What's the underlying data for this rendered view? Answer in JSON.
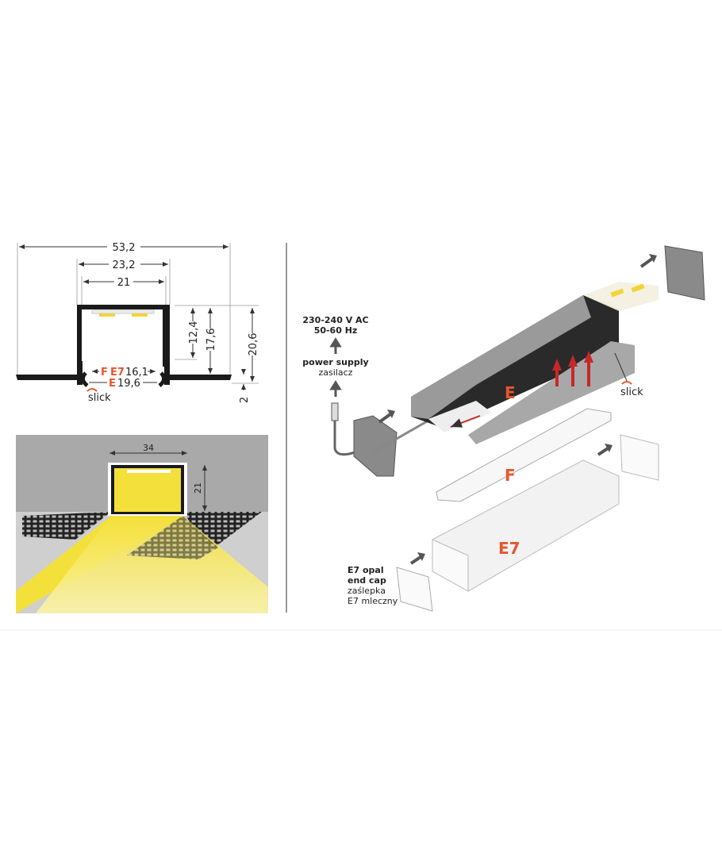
{
  "cross_section": {
    "dims": {
      "overall_width": "53,2",
      "outer_width": "23,2",
      "inner_width": "21",
      "height_inner": "12,4",
      "height_channel": "17,6",
      "height_total": "20,6",
      "flange": "2",
      "cover_fe7_width": "16,1",
      "cover_e_width": "19,6"
    },
    "cover_labels": {
      "f": "F",
      "e7": "E7",
      "e": "E"
    },
    "brand": "slick"
  },
  "installation_view": {
    "dims": {
      "width": "34",
      "height": "21"
    }
  },
  "exploded_view": {
    "power": {
      "voltage": "230-240 V AC",
      "frequency": "50-60 Hz",
      "label_en": "power supply",
      "label_pl": "zasilacz"
    },
    "parts": {
      "e": "E",
      "f": "F",
      "e7": "E7"
    },
    "brand": "slick",
    "end_cap": {
      "line1": "E7 opal",
      "line2": "end cap",
      "line3": "zaślepka",
      "line4": "E7 mleczny"
    }
  },
  "colors": {
    "accent": "#e4572e",
    "light": "#f5e23a",
    "arrow_red": "#c62828",
    "arrow_gray": "#555555"
  }
}
